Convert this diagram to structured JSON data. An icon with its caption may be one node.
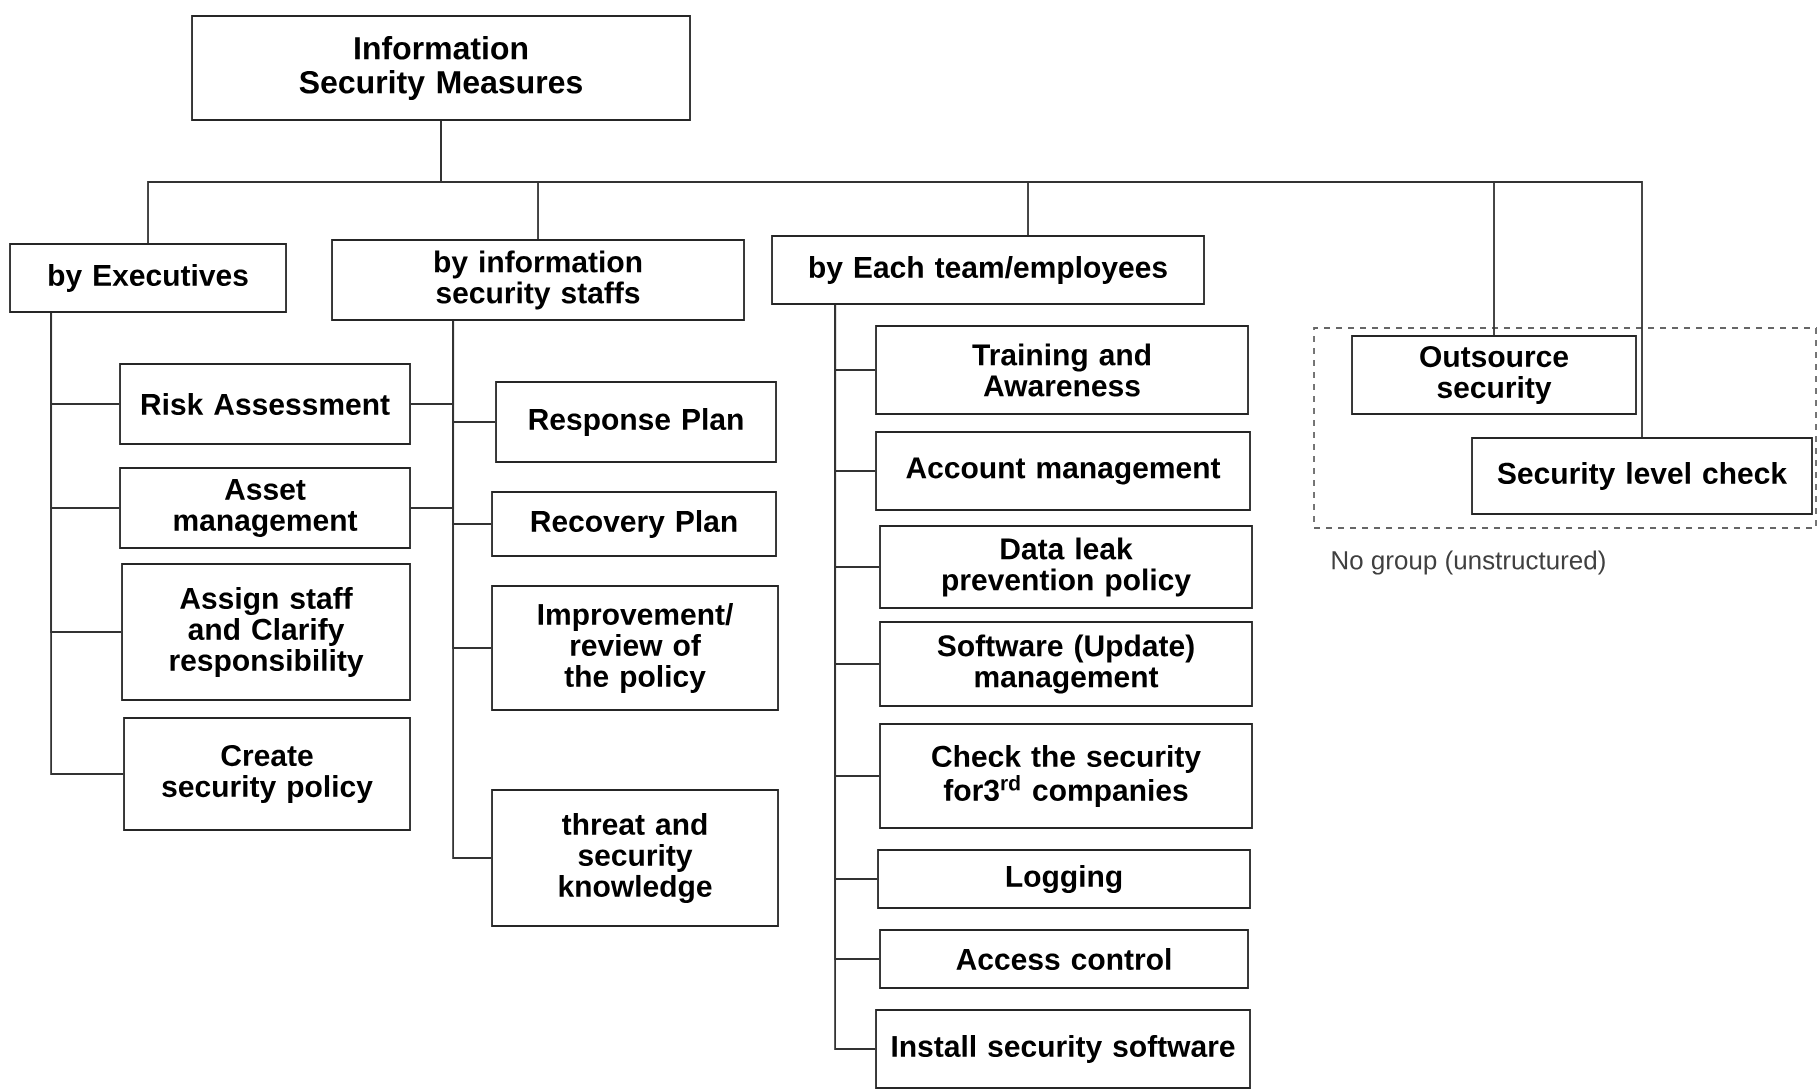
{
  "diagram": {
    "nodes": [
      {
        "text": [
          "Information Security Measures"
        ]
      },
      {
        "text": [
          "by Executives"
        ]
      },
      {
        "text": [
          "by  information security staffs"
        ]
      },
      {
        "text": [
          "by Each team/employees"
        ]
      },
      {
        "text": [
          "Risk Assessment"
        ]
      },
      {
        "text": [
          "Asset management"
        ]
      },
      {
        "text": [
          "Assign staff and Clarify responsibility"
        ]
      },
      {
        "text": [
          "Create security policy"
        ]
      },
      {
        "text": [
          "Response Plan"
        ]
      },
      {
        "text": [
          "Recovery Plan"
        ]
      },
      {
        "text": [
          "Improvement/ review of the policy"
        ]
      },
      {
        "text": [
          "threat and security knowledge"
        ]
      },
      {
        "text": [
          "Training and Awareness"
        ]
      },
      {
        "text": [
          "Account management"
        ]
      },
      {
        "text": [
          "Data leak prevention policy"
        ]
      },
      {
        "text": [
          "Software (Update) management"
        ]
      },
      {
        "text": [
          "Check the security for3$^{rd}$ companies"
        ]
      },
      {
        "text": [
          "Logging"
        ]
      },
      {
        "text": [
          "Access control"
        ]
      },
      {
        "text": [
          "Install security software"
        ]
      },
      {
        "text": [
          "No group (unstructured)"
        ]
      },
      {
        "text": [
          "Outsource security"
        ],
        "in": 20
      },
      {
        "text": [
          "Security level check"
        ],
        "in": 20
      }
    ],
    "edges": [
      {
        "from": 0,
        "to": 1,
        "arrow": "none"
      },
      {
        "from": 0,
        "to": 2,
        "arrow": "none"
      },
      {
        "from": 0,
        "to": 3,
        "arrow": "none"
      },
      {
        "from": 0,
        "to": 21,
        "arrow": "none"
      },
      {
        "from": 0,
        "to": 22,
        "arrow": "none"
      },
      {
        "from": 1,
        "to": 4,
        "arrow": "none"
      },
      {
        "from": 1,
        "to": 5,
        "arrow": "none"
      },
      {
        "from": 1,
        "to": 6,
        "arrow": "none"
      },
      {
        "from": 1,
        "to": 7,
        "arrow": "none"
      },
      {
        "from": 2,
        "to": 4,
        "arrow": "none"
      },
      {
        "from": 2,
        "to": 5,
        "arrow": "none"
      },
      {
        "from": 2,
        "to": 8,
        "arrow": "none"
      },
      {
        "from": 2,
        "to": 9,
        "arrow": "none"
      },
      {
        "from": 2,
        "to": 10,
        "arrow": "none"
      },
      {
        "from": 2,
        "to": 11,
        "arrow": "none"
      },
      {
        "from": 3,
        "to": 12,
        "arrow": "none"
      },
      {
        "from": 3,
        "to": 13,
        "arrow": "none"
      },
      {
        "from": 3,
        "to": 14,
        "arrow": "none"
      },
      {
        "from": 3,
        "to": 15,
        "arrow": "none"
      },
      {
        "from": 3,
        "to": 16,
        "arrow": "none"
      },
      {
        "from": 3,
        "to": 17,
        "arrow": "none"
      },
      {
        "from": 3,
        "to": 18,
        "arrow": "none"
      },
      {
        "from": 3,
        "to": 19,
        "arrow": "none"
      }
    ]
  }
}
